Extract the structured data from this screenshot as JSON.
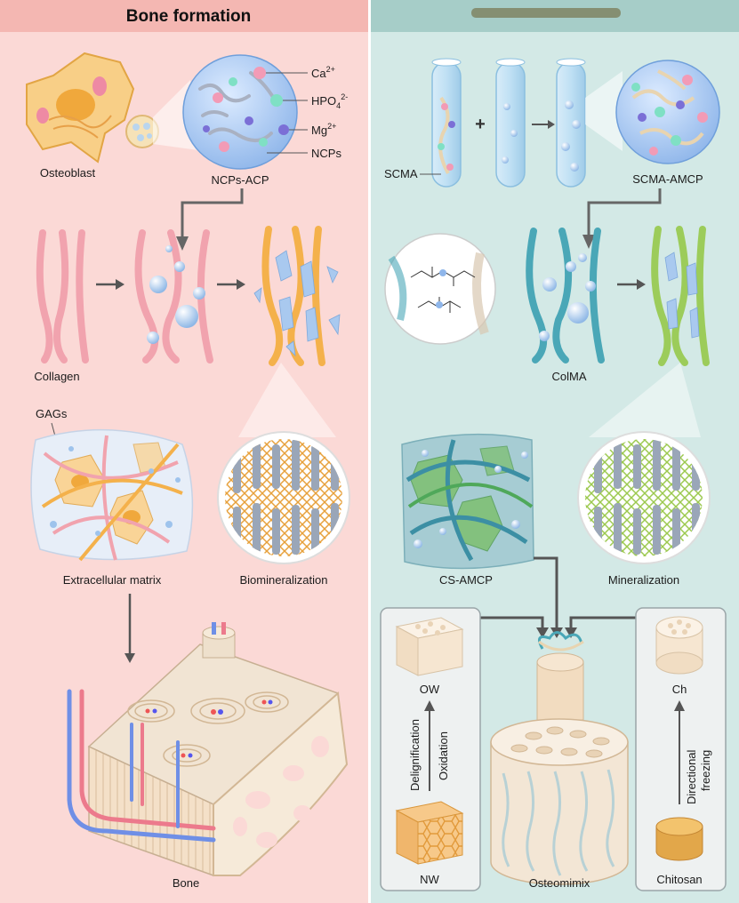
{
  "left_panel": {
    "title": "Bone formation",
    "labels": {
      "osteoblast": "Osteoblast",
      "ncps_acp": "NCPs-ACP",
      "collagen": "Collagen",
      "gags": "GAGs",
      "ecm": "Extracellular matrix",
      "biomineralization": "Biomineralization",
      "bone": "Bone"
    },
    "ion_legend": [
      {
        "base": "Ca",
        "sub": "",
        "sup": "2+",
        "color": "#f29bb6"
      },
      {
        "base": "HPO",
        "sub": "4",
        "sup": "2-",
        "color": "#7fe0c4"
      },
      {
        "base": "Mg",
        "sub": "",
        "sup": "2+",
        "color": "#7b6fd6"
      },
      {
        "base": "NCPs",
        "sub": "",
        "sup": "",
        "color": "#9aa3b3"
      }
    ]
  },
  "right_panel": {
    "labels": {
      "scma": "SCMA",
      "plus": "+",
      "scma_amcp": "SCMA-AMCP",
      "colma": "ColMA",
      "cs_amcp": "CS-AMCP",
      "mineralization": "Mineralization",
      "ow": "OW",
      "nw": "NW",
      "delignification": "Delignification",
      "oxidation": "Oxidation",
      "osteomimix": "Osteomimix",
      "ch": "Ch",
      "chitosan": "Chitosan",
      "directional": "Directional",
      "freezing": "freezing"
    }
  },
  "colors": {
    "left_bg": "#fbd9d6",
    "left_header": "#f4b7b2",
    "right_bg": "#d3e9e6",
    "right_header": "#a6cdc8",
    "collagen_pink": "#f1a3ae",
    "mineral_blue": "#a9c9ef",
    "fiber_teal": "#4aa7b7",
    "fiber_green": "#9ccc5a"
  }
}
